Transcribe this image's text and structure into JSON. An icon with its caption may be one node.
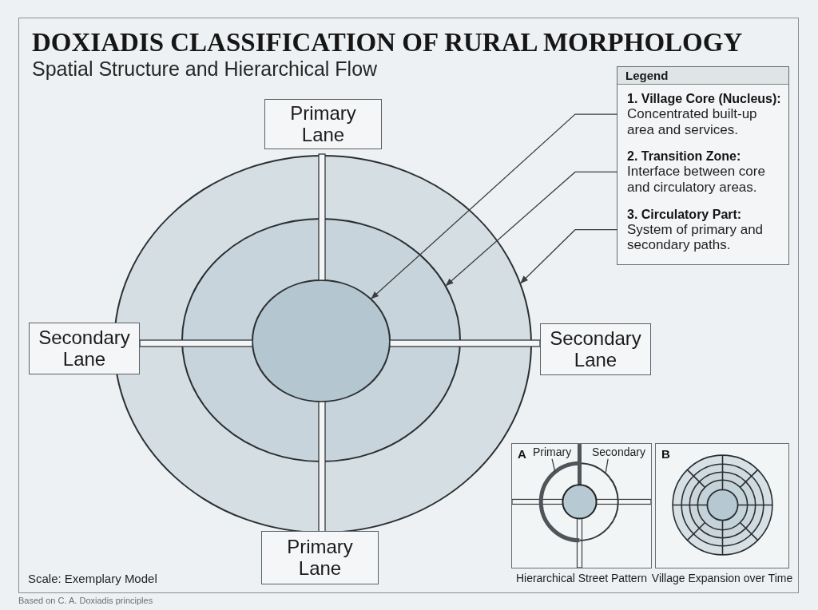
{
  "diagram": {
    "title": "DOXIADIS CLASSIFICATION OF RURAL MORPHOLOGY",
    "nodes": [
      {
        "text": [
          "Primary Lane"
        ]
      },
      {
        "text": [
          "Legend"
        ]
      },
      {
        "text": [
          "1. Village Core (Nucleus):",
          "Concentrated built-up area and services."
        ],
        "in": 1
      },
      {
        "text": [
          "2. Transition Zone:",
          "Interface between core and circulatory areas."
        ],
        "in": 1
      },
      {
        "text": [
          "3. Circulatory Part:",
          "System of primary and secondary paths."
        ],
        "in": 1
      },
      {
        "text": [],
        "shape": "ellipse"
      },
      {
        "text": [],
        "shape": "ellipse",
        "in": 5
      },
      {
        "text": [],
        "shape": "ellipse",
        "in": 6
      },
      {
        "text": [
          "Secondary Lane"
        ]
      },
      {
        "text": [
          "Secondary Lane"
        ]
      },
      {
        "text": [
          "A"
        ],
        "beside": [
          "Hierarchical Street Pattern"
        ]
      },
      {
        "text": [
          "Primary"
        ],
        "in": 10
      },
      {
        "text": [
          "Secondary"
        ],
        "in": 10
      },
      {
        "text": [
          "B"
        ],
        "beside": [
          "Village Expansion over Time"
        ]
      },
      {
        "text": [
          "Primary Lane"
        ]
      }
    ],
    "edges": [
      {
        "from": 2,
        "to": 7,
        "arrow": "to"
      },
      {
        "from": 3,
        "to": 6,
        "arrow": "to"
      },
      {
        "from": 4,
        "to": 5,
        "arrow": "to"
      },
      {
        "from": 11,
        "to": null,
        "arrow": "none"
      },
      {
        "from": 12,
        "to": null,
        "arrow": "none"
      }
    ],
    "labels": [
      "Spatial Structure and Hierarchical Flow",
      "Scale: Exemplary Model",
      "Based on C. A. Doxiadis principles"
    ]
  }
}
